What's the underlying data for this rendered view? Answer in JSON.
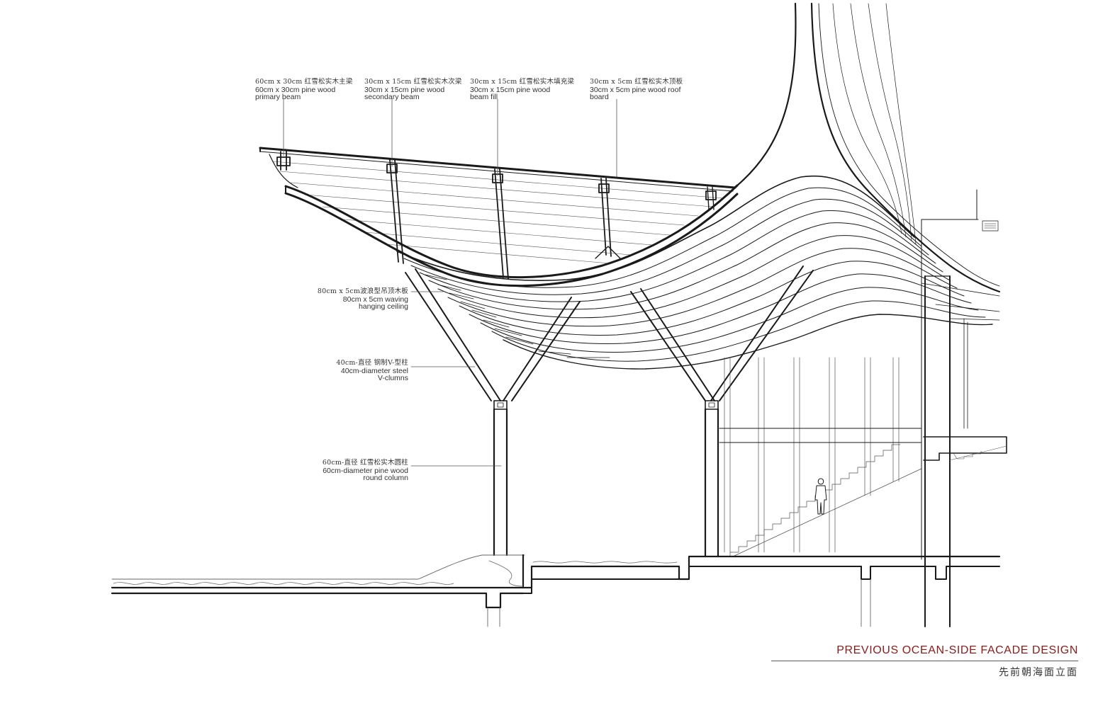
{
  "callouts": {
    "primary_beam": {
      "cn": "60cm x 30cm 红雪松实木主梁",
      "en1": "60cm x 30cm pine wood",
      "en2": "primary beam"
    },
    "secondary_beam": {
      "cn": "30cm x 15cm 红雪松实木次梁",
      "en1": "30cm x 15cm pine wood",
      "en2": "secondary beam"
    },
    "beam_fill": {
      "cn": "30cm x 15cm 红雪松实木填充梁",
      "en1": "30cm x 15cm pine wood",
      "en2": "beam fill"
    },
    "roof_board": {
      "cn": "30cm x 5cm 红雪松实木顶板",
      "en1": "30cm x 5cm pine wood roof",
      "en2": "board"
    },
    "waving_ceiling": {
      "cn": "80cm x 5cm波浪型吊顶木板",
      "en1": "80cm x 5cm waving",
      "en2": "hanging ceiling"
    },
    "steel_v_column": {
      "cn": "40cm-直径 钢制V-型柱",
      "en1": "40cm-diameter steel",
      "en2": "V-clumns"
    },
    "round_column": {
      "cn": "60cm-直径 红雪松实木圆柱",
      "en1": "60cm-diameter pine wood",
      "en2": "round column"
    }
  },
  "title": {
    "en": "PREVIOUS OCEAN-SIDE FACADE DESIGN",
    "cn": "先前朝海面立面"
  },
  "colors": {
    "title_accent": "#8a1b1b",
    "line": "#1a1a1a",
    "thin_line": "#555555"
  }
}
